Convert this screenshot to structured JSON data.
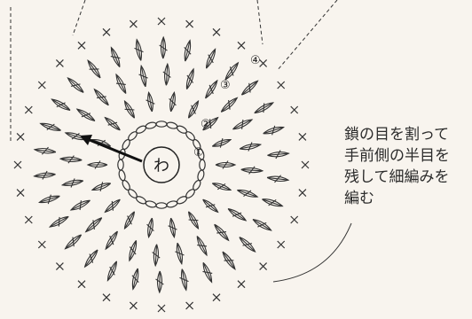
{
  "diagram": {
    "center_label": "わ",
    "round_numbers": [
      "①",
      "②",
      "③",
      "④"
    ],
    "note_lines": [
      "鎖の目を割って",
      "手前側の半目を",
      "残して細編みを",
      "編む"
    ]
  }
}
